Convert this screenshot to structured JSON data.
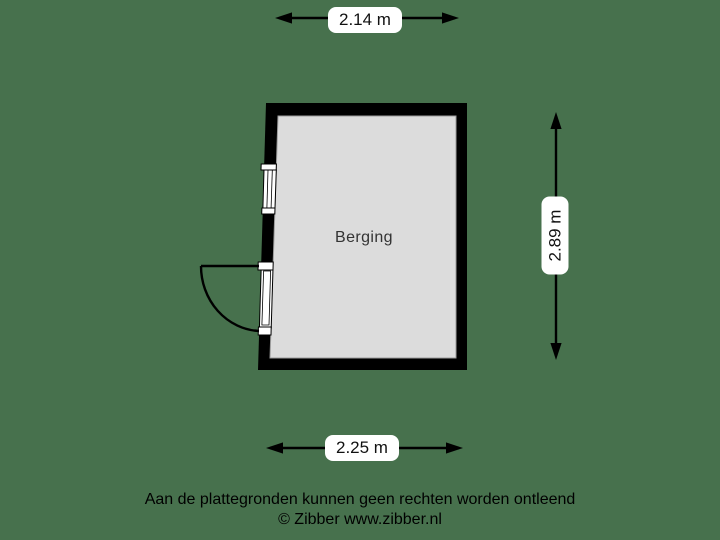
{
  "page": {
    "background_color": "#47714d"
  },
  "floor_plan": {
    "room_label": "Berging",
    "floor_color": "#dcdcdc",
    "wall_color": "#000000"
  },
  "dimensions": {
    "top_width": "2.14 m",
    "bottom_width": "2.25 m",
    "right_height": "2.89 m"
  },
  "footer": {
    "disclaimer": "Aan de plattegronden kunnen geen rechten worden ontleend",
    "copyright": "© Zibber www.zibber.nl"
  }
}
